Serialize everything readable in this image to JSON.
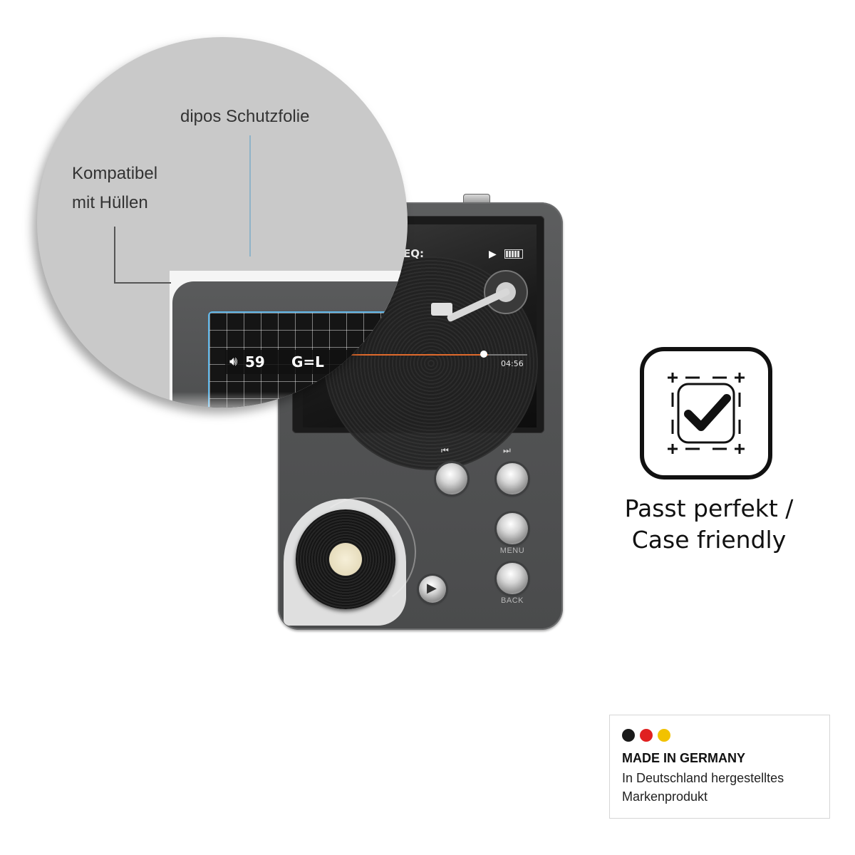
{
  "callouts": {
    "protective_film": "dipos Schutzfolie",
    "compatible_line1": "Kompatibel",
    "compatible_line2": "mit Hüllen"
  },
  "device_screen": {
    "eq_label": "EQ:",
    "time": "04:56"
  },
  "zoom_screen": {
    "volume": "59",
    "mode": "G=L"
  },
  "buttons": {
    "menu_label": "MENU",
    "back_label": "BACK"
  },
  "badge": {
    "caption_line1": "Passt perfekt /",
    "caption_line2": "Case friendly",
    "icon": "check-frame-icon"
  },
  "made_in_germany": {
    "dot_colors": [
      "#1a1a1a",
      "#e02020",
      "#f2c200"
    ],
    "title": "MADE IN GERMANY",
    "line1": "In Deutschland hergestelltes",
    "line2": "Markenprodukt"
  }
}
